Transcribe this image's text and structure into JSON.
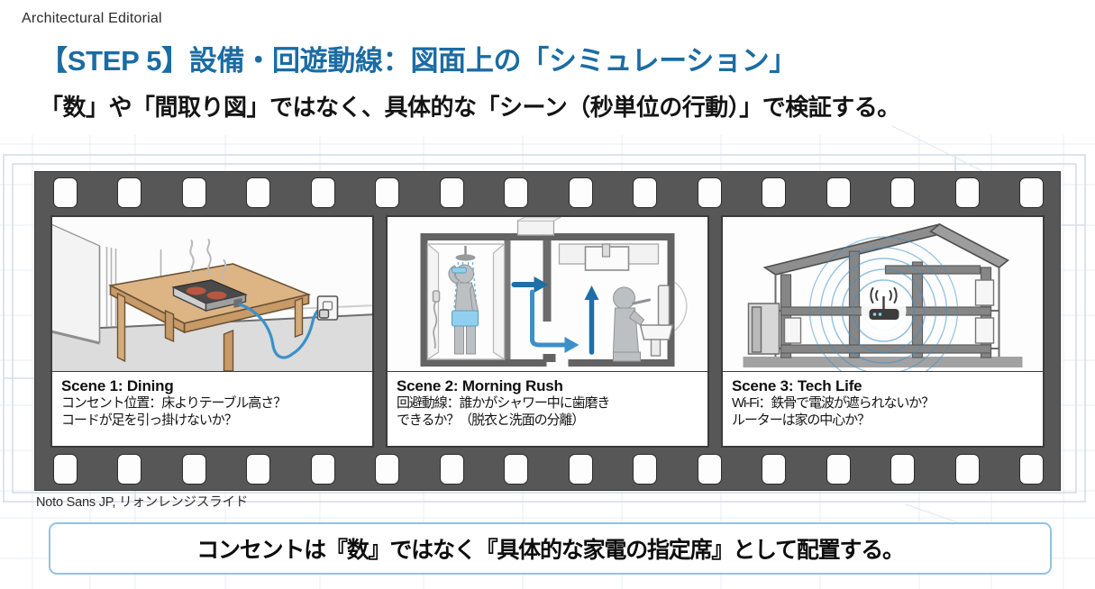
{
  "header": {
    "kicker": "Architectural Editorial",
    "title": "【STEP 5】設備・回遊動線：図面上の「シミュレーション」",
    "subtitle": "「数」や「間取り図」ではなく、具体的な「シーン（秒単位の行動）」で検証する。"
  },
  "filmstrip": {
    "sprocket_count_per_row": 16,
    "frames": [
      {
        "id": "scene-1",
        "title": "Scene 1: Dining",
        "lines": [
          "コンセント位置：床よりテーブル高さ？",
          "コードが足を引っ掛けないか？"
        ],
        "art_name": "dining-table-hotplate-outlet-illustration"
      },
      {
        "id": "scene-2",
        "title": "Scene 2: Morning Rush",
        "lines": [
          "回避動線：誰かがシャワー中に歯磨き",
          "できるか？（脱衣と洗面の分離）"
        ],
        "art_name": "bathroom-shower-washbasin-flow-illustration"
      },
      {
        "id": "scene-3",
        "title": "Scene 3: Tech Life",
        "lines": [
          "Wi-Fi：鉄骨で電波が遮られないか？",
          "ルーターは家の中心か？"
        ],
        "art_name": "house-section-wifi-router-illustration"
      }
    ]
  },
  "credit": "Noto Sans JP, リォンレンジスライド",
  "banner": {
    "text": "コンセントは『数』ではなく『具体的な家電の指定席』として配置する。"
  },
  "colors": {
    "title_blue": "#1b6ca3",
    "film_gray": "#575757",
    "banner_border": "#94c2e2",
    "accent_arrow_blue": "#1d6fa5",
    "wood": "#d9b382",
    "skin": "#bfc3c6"
  }
}
